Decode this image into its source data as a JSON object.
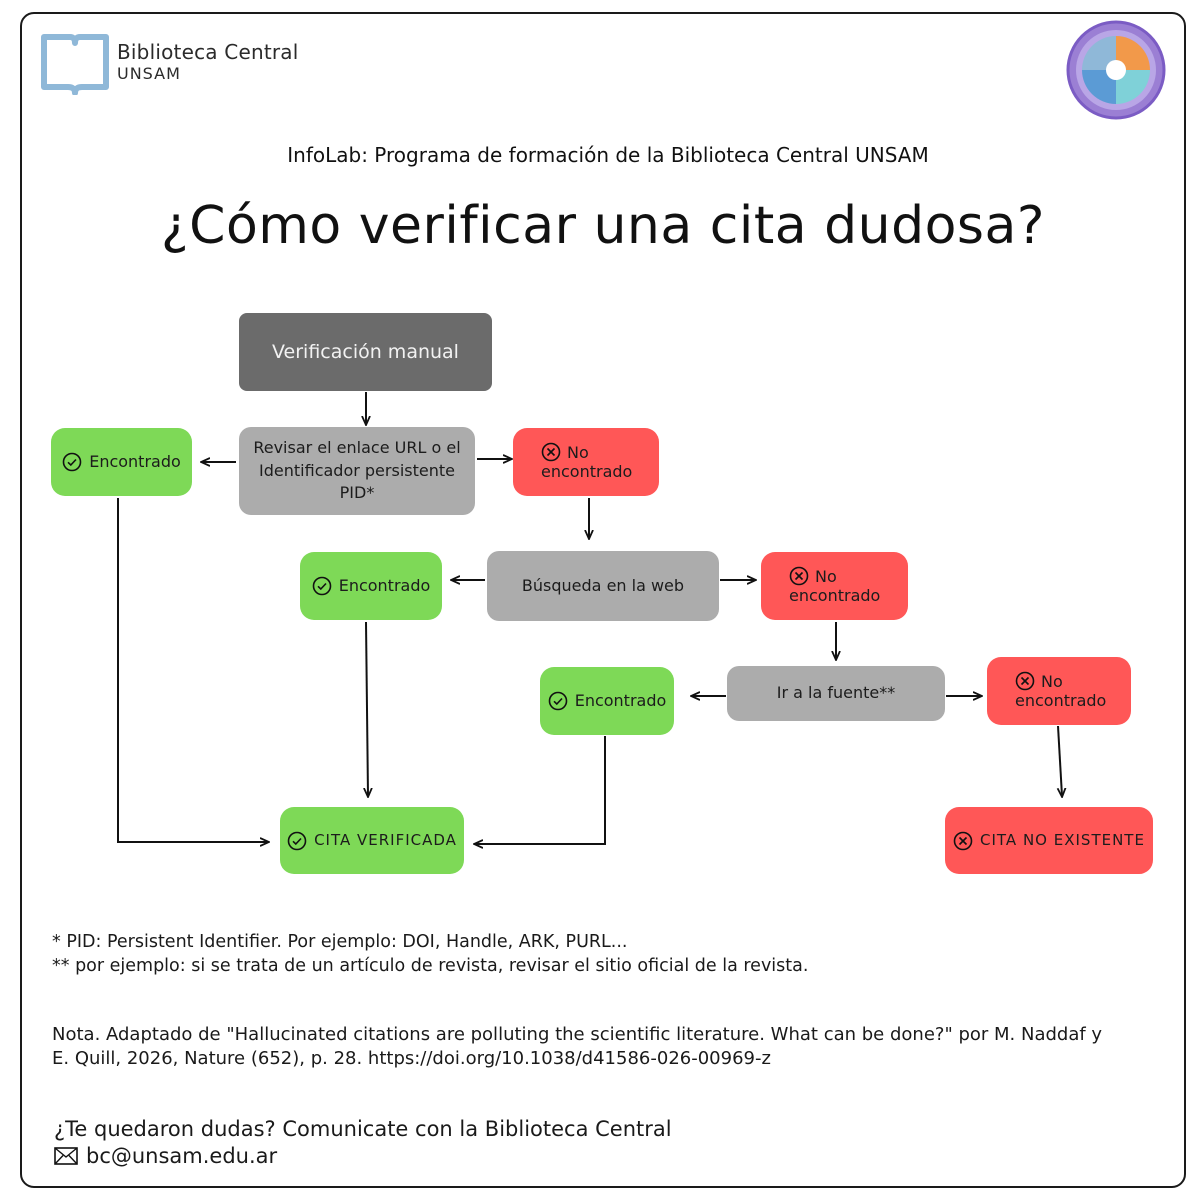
{
  "header": {
    "logo_line1": "Biblioteca Central",
    "logo_line2": "UNSAM",
    "subtitle": "InfoLab: Programa de formación de la Biblioteca Central UNSAM",
    "title": "¿Cómo verificar una cita dudosa?"
  },
  "colors": {
    "green": "#7ed957",
    "red": "#ff5757",
    "grey": "#acacac",
    "dark_grey": "#6b6b6b",
    "logo_blue": "#8fb8d8"
  },
  "flow": {
    "start": "Verificación manual",
    "step1": {
      "label": "Revisar el enlace URL o el Identificador persistente PID*",
      "found": "Encontrado",
      "not_found_1": "No",
      "not_found_2": "encontrado"
    },
    "step2": {
      "label": "Búsqueda en la web",
      "found": "Encontrado",
      "not_found_1": "No",
      "not_found_2": "encontrado"
    },
    "step3": {
      "label": "Ir a la fuente**",
      "found": "Encontrado",
      "not_found_1": "No",
      "not_found_2": "encontrado"
    },
    "verified": "CITA VERIFICADA",
    "nonexistent": "CITA NO EXISTENTE",
    "icons": {
      "found": "check-circle-icon",
      "not_found": "x-circle-icon"
    }
  },
  "footnotes": {
    "pid": "* PID: Persistent Identifier. Por ejemplo: DOI, Handle, ARK, PURL...",
    "source": "** por ejemplo: si se trata de un artículo de revista, revisar el sitio oficial de la revista."
  },
  "note": {
    "line1": "Nota. Adaptado de \"Hallucinated citations are polluting the scientific literature. What can be done?\" por M. Naddaf y",
    "line2": "E. Quill, 2026, Nature (652), p. 28. https://doi.org/10.1038/d41586-026-00969-z"
  },
  "contact": {
    "question": "¿Te quedaron dudas? Comunicate con la Biblioteca Central",
    "email": "bc@unsam.edu.ar"
  }
}
